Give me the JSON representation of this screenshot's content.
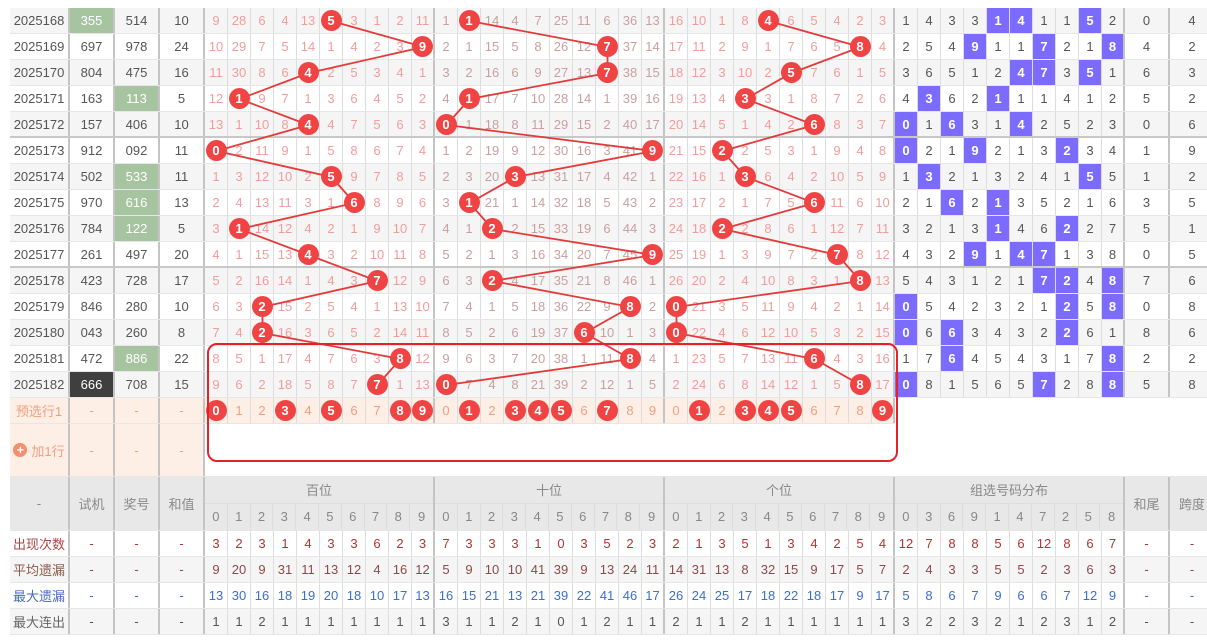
{
  "header": {
    "dash": "-",
    "test": "试机",
    "prize": "奖号",
    "sum": "和值",
    "groups": [
      "百位",
      "十位",
      "个位",
      "组选号码分布"
    ],
    "digits": [
      "0",
      "1",
      "2",
      "3",
      "4",
      "5",
      "6",
      "7",
      "8",
      "9"
    ],
    "dist_digits": [
      "0",
      "3",
      "6",
      "9",
      "1",
      "4",
      "7",
      "2",
      "5",
      "8"
    ],
    "sum_tail": "和尾",
    "span": "跨度"
  },
  "rows": [
    {
      "period": "2025168",
      "test": "355",
      "prize": "514",
      "sum": "10",
      "hundreds": [
        "9",
        "28",
        "6",
        "4",
        "13",
        "5",
        "3",
        "1",
        "2",
        "11"
      ],
      "tens": [
        "1",
        "1",
        "14",
        "4",
        "7",
        "25",
        "11",
        "6",
        "36",
        "13"
      ],
      "ones": [
        "16",
        "10",
        "1",
        "8",
        "4",
        "6",
        "5",
        "4",
        "2",
        "3"
      ],
      "dist": [
        "1",
        "4",
        "3",
        "3",
        "1",
        "4",
        "1",
        "1",
        "5",
        "2"
      ],
      "sum_tail": "0",
      "span": "4"
    },
    {
      "period": "2025169",
      "test": "697",
      "prize": "978",
      "sum": "24",
      "hundreds": [
        "10",
        "29",
        "7",
        "5",
        "14",
        "1",
        "4",
        "2",
        "3",
        "9"
      ],
      "tens": [
        "2",
        "1",
        "15",
        "5",
        "8",
        "26",
        "12",
        "7",
        "37",
        "14"
      ],
      "ones": [
        "17",
        "11",
        "2",
        "9",
        "1",
        "7",
        "6",
        "5",
        "8",
        "4"
      ],
      "dist": [
        "2",
        "5",
        "4",
        "9",
        "1",
        "1",
        "7",
        "2",
        "1",
        "8"
      ],
      "sum_tail": "4",
      "span": "2"
    },
    {
      "period": "2025170",
      "test": "804",
      "prize": "475",
      "sum": "16",
      "hundreds": [
        "11",
        "30",
        "8",
        "6",
        "4",
        "2",
        "5",
        "3",
        "4",
        "1"
      ],
      "tens": [
        "3",
        "2",
        "16",
        "6",
        "9",
        "27",
        "13",
        "7",
        "38",
        "15"
      ],
      "ones": [
        "18",
        "12",
        "3",
        "10",
        "2",
        "5",
        "7",
        "6",
        "1",
        "5"
      ],
      "dist": [
        "3",
        "6",
        "5",
        "1",
        "2",
        "4",
        "7",
        "3",
        "5",
        "1"
      ],
      "sum_tail": "6",
      "span": "3"
    },
    {
      "period": "2025171",
      "test": "163",
      "prize": "113",
      "sum": "5",
      "hundreds": [
        "12",
        "1",
        "9",
        "7",
        "1",
        "3",
        "6",
        "4",
        "5",
        "2"
      ],
      "tens": [
        "4",
        "1",
        "17",
        "7",
        "10",
        "28",
        "14",
        "1",
        "39",
        "16"
      ],
      "ones": [
        "19",
        "13",
        "4",
        "3",
        "3",
        "1",
        "8",
        "7",
        "2",
        "6"
      ],
      "dist": [
        "4",
        "3",
        "6",
        "2",
        "1",
        "1",
        "1",
        "4",
        "1",
        "2"
      ],
      "sum_tail": "5",
      "span": "2"
    },
    {
      "period": "2025172",
      "test": "157",
      "prize": "406",
      "sum": "10",
      "hundreds": [
        "13",
        "1",
        "10",
        "8",
        "4",
        "4",
        "7",
        "5",
        "6",
        "3"
      ],
      "tens": [
        "0",
        "1",
        "18",
        "8",
        "11",
        "29",
        "15",
        "2",
        "40",
        "17"
      ],
      "ones": [
        "20",
        "14",
        "5",
        "1",
        "4",
        "2",
        "6",
        "8",
        "3",
        "7"
      ],
      "dist": [
        "0",
        "1",
        "6",
        "3",
        "1",
        "4",
        "2",
        "5",
        "2",
        "3"
      ],
      "sum_tail": "0",
      "span": "6"
    },
    {
      "period": "2025173",
      "test": "912",
      "prize": "092",
      "sum": "11",
      "hundreds": [
        "0",
        "2",
        "11",
        "9",
        "1",
        "5",
        "8",
        "6",
        "7",
        "4"
      ],
      "tens": [
        "1",
        "2",
        "19",
        "9",
        "12",
        "30",
        "16",
        "3",
        "41",
        "9"
      ],
      "ones": [
        "21",
        "15",
        "2",
        "2",
        "5",
        "3",
        "1",
        "9",
        "4",
        "8"
      ],
      "dist": [
        "0",
        "2",
        "1",
        "9",
        "2",
        "1",
        "3",
        "2",
        "3",
        "4"
      ],
      "sum_tail": "1",
      "span": "9"
    },
    {
      "period": "2025174",
      "test": "502",
      "prize": "533",
      "sum": "11",
      "hundreds": [
        "1",
        "3",
        "12",
        "10",
        "2",
        "5",
        "9",
        "7",
        "8",
        "5"
      ],
      "tens": [
        "2",
        "3",
        "20",
        "3",
        "13",
        "31",
        "17",
        "4",
        "42",
        "1"
      ],
      "ones": [
        "22",
        "16",
        "1",
        "3",
        "6",
        "4",
        "2",
        "10",
        "5",
        "9"
      ],
      "dist": [
        "1",
        "3",
        "2",
        "1",
        "3",
        "2",
        "4",
        "1",
        "5",
        "5"
      ],
      "sum_tail": "1",
      "span": "2"
    },
    {
      "period": "2025175",
      "test": "970",
      "prize": "616",
      "sum": "13",
      "hundreds": [
        "2",
        "4",
        "13",
        "11",
        "3",
        "1",
        "6",
        "8",
        "9",
        "6"
      ],
      "tens": [
        "3",
        "1",
        "21",
        "1",
        "14",
        "32",
        "18",
        "5",
        "43",
        "2"
      ],
      "ones": [
        "23",
        "17",
        "2",
        "1",
        "7",
        "5",
        "6",
        "11",
        "6",
        "10"
      ],
      "dist": [
        "2",
        "1",
        "6",
        "2",
        "1",
        "3",
        "5",
        "2",
        "1",
        "6"
      ],
      "sum_tail": "3",
      "span": "5"
    },
    {
      "period": "2025176",
      "test": "784",
      "prize": "122",
      "sum": "5",
      "hundreds": [
        "3",
        "1",
        "14",
        "12",
        "4",
        "2",
        "1",
        "9",
        "10",
        "7"
      ],
      "tens": [
        "4",
        "1",
        "2",
        "2",
        "15",
        "33",
        "19",
        "6",
        "44",
        "3"
      ],
      "ones": [
        "24",
        "18",
        "2",
        "2",
        "8",
        "6",
        "1",
        "12",
        "7",
        "11"
      ],
      "dist": [
        "3",
        "2",
        "1",
        "3",
        "1",
        "4",
        "6",
        "2",
        "2",
        "7"
      ],
      "sum_tail": "5",
      "span": "1"
    },
    {
      "period": "2025177",
      "test": "261",
      "prize": "497",
      "sum": "20",
      "hundreds": [
        "4",
        "1",
        "15",
        "13",
        "4",
        "3",
        "2",
        "10",
        "11",
        "8"
      ],
      "tens": [
        "5",
        "2",
        "1",
        "3",
        "16",
        "34",
        "20",
        "7",
        "45",
        "9"
      ],
      "ones": [
        "25",
        "19",
        "1",
        "3",
        "9",
        "7",
        "2",
        "7",
        "8",
        "12"
      ],
      "dist": [
        "4",
        "3",
        "2",
        "9",
        "1",
        "4",
        "7",
        "1",
        "3",
        "8"
      ],
      "sum_tail": "0",
      "span": "5"
    },
    {
      "period": "2025178",
      "test": "423",
      "prize": "728",
      "sum": "17",
      "hundreds": [
        "5",
        "2",
        "16",
        "14",
        "1",
        "4",
        "3",
        "7",
        "12",
        "9"
      ],
      "tens": [
        "6",
        "3",
        "2",
        "4",
        "17",
        "35",
        "21",
        "8",
        "46",
        "1"
      ],
      "ones": [
        "26",
        "20",
        "2",
        "4",
        "10",
        "8",
        "3",
        "1",
        "8",
        "13"
      ],
      "dist": [
        "5",
        "4",
        "3",
        "1",
        "2",
        "1",
        "7",
        "2",
        "4",
        "8"
      ],
      "sum_tail": "7",
      "span": "6"
    },
    {
      "period": "2025179",
      "test": "846",
      "prize": "280",
      "sum": "10",
      "hundreds": [
        "6",
        "3",
        "2",
        "15",
        "2",
        "5",
        "4",
        "1",
        "13",
        "10"
      ],
      "tens": [
        "7",
        "4",
        "1",
        "5",
        "18",
        "36",
        "22",
        "9",
        "8",
        "2"
      ],
      "ones": [
        "0",
        "21",
        "3",
        "5",
        "11",
        "9",
        "4",
        "2",
        "1",
        "14"
      ],
      "dist": [
        "0",
        "5",
        "4",
        "2",
        "3",
        "2",
        "1",
        "2",
        "5",
        "8"
      ],
      "sum_tail": "0",
      "span": "8"
    },
    {
      "period": "2025180",
      "test": "043",
      "prize": "260",
      "sum": "8",
      "hundreds": [
        "7",
        "4",
        "2",
        "16",
        "3",
        "6",
        "5",
        "2",
        "14",
        "11"
      ],
      "tens": [
        "8",
        "5",
        "2",
        "6",
        "19",
        "37",
        "6",
        "10",
        "1",
        "3"
      ],
      "ones": [
        "0",
        "22",
        "4",
        "6",
        "12",
        "10",
        "5",
        "3",
        "2",
        "15"
      ],
      "dist": [
        "0",
        "6",
        "6",
        "3",
        "4",
        "3",
        "2",
        "2",
        "6",
        "1"
      ],
      "sum_tail": "8",
      "span": "6"
    },
    {
      "period": "2025181",
      "test": "472",
      "prize": "886",
      "sum": "22",
      "hundreds": [
        "8",
        "5",
        "1",
        "17",
        "4",
        "7",
        "6",
        "3",
        "8",
        "12"
      ],
      "tens": [
        "9",
        "6",
        "3",
        "7",
        "20",
        "38",
        "1",
        "11",
        "8",
        "4"
      ],
      "ones": [
        "1",
        "23",
        "5",
        "7",
        "13",
        "11",
        "6",
        "4",
        "3",
        "16"
      ],
      "dist": [
        "1",
        "7",
        "6",
        "4",
        "5",
        "4",
        "3",
        "1",
        "7",
        "8"
      ],
      "sum_tail": "2",
      "span": "2"
    },
    {
      "period": "2025182",
      "test": "666",
      "prize": "708",
      "sum": "15",
      "hundreds": [
        "9",
        "6",
        "2",
        "18",
        "5",
        "8",
        "7",
        "7",
        "1",
        "13"
      ],
      "tens": [
        "0",
        "7",
        "4",
        "8",
        "21",
        "39",
        "2",
        "12",
        "1",
        "5"
      ],
      "ones": [
        "2",
        "24",
        "6",
        "8",
        "14",
        "12",
        "1",
        "5",
        "8",
        "17"
      ],
      "dist": [
        "0",
        "8",
        "1",
        "5",
        "6",
        "5",
        "7",
        "2",
        "8",
        "8"
      ],
      "sum_tail": "5",
      "span": "8"
    }
  ],
  "preselect": {
    "label": "预选行1",
    "test": "-",
    "prize": "-",
    "sum": "-",
    "selected": {
      "hundreds": [
        0,
        3,
        5,
        8,
        9
      ],
      "tens": [
        1,
        3,
        4,
        5,
        7
      ],
      "ones": [
        1,
        3,
        4,
        5,
        9
      ]
    }
  },
  "add_row": {
    "label": "加1行",
    "test": "-",
    "prize": "-",
    "sum": "-"
  },
  "stats": [
    {
      "label": "出现次数",
      "test": "-",
      "prize": "-",
      "sum": "-",
      "hundreds": [
        "3",
        "2",
        "3",
        "1",
        "4",
        "3",
        "3",
        "6",
        "2",
        "3"
      ],
      "tens": [
        "7",
        "3",
        "3",
        "3",
        "1",
        "0",
        "3",
        "5",
        "2",
        "3"
      ],
      "ones": [
        "2",
        "1",
        "3",
        "5",
        "1",
        "3",
        "4",
        "2",
        "5",
        "4"
      ],
      "dist": [
        "12",
        "7",
        "8",
        "8",
        "5",
        "6",
        "12",
        "8",
        "6",
        "7"
      ],
      "sum_tail": "-",
      "span": "-"
    },
    {
      "label": "平均遗漏",
      "test": "-",
      "prize": "-",
      "sum": "-",
      "hundreds": [
        "9",
        "20",
        "9",
        "31",
        "11",
        "13",
        "12",
        "4",
        "16",
        "12"
      ],
      "tens": [
        "5",
        "9",
        "10",
        "10",
        "41",
        "39",
        "9",
        "13",
        "24",
        "11"
      ],
      "ones": [
        "14",
        "31",
        "13",
        "8",
        "32",
        "15",
        "9",
        "17",
        "5",
        "7"
      ],
      "dist": [
        "2",
        "4",
        "3",
        "3",
        "5",
        "5",
        "2",
        "3",
        "6",
        "3"
      ],
      "sum_tail": "-",
      "span": "-"
    },
    {
      "label": "最大遗漏",
      "test": "-",
      "prize": "-",
      "sum": "-",
      "hundreds": [
        "13",
        "30",
        "16",
        "18",
        "19",
        "20",
        "18",
        "10",
        "17",
        "13"
      ],
      "tens": [
        "16",
        "15",
        "21",
        "13",
        "21",
        "39",
        "22",
        "41",
        "46",
        "17"
      ],
      "ones": [
        "26",
        "24",
        "25",
        "17",
        "18",
        "22",
        "18",
        "17",
        "9",
        "17"
      ],
      "dist": [
        "5",
        "8",
        "6",
        "7",
        "9",
        "6",
        "6",
        "7",
        "12",
        "9"
      ],
      "sum_tail": "-",
      "span": "-"
    },
    {
      "label": "最大连出",
      "test": "-",
      "prize": "-",
      "sum": "-",
      "hundreds": [
        "1",
        "1",
        "2",
        "1",
        "1",
        "1",
        "1",
        "1",
        "1",
        "1"
      ],
      "tens": [
        "3",
        "1",
        "1",
        "2",
        "1",
        "0",
        "1",
        "2",
        "1",
        "1"
      ],
      "ones": [
        "2",
        "1",
        "1",
        "2",
        "1",
        "1",
        "1",
        "1",
        "1",
        "1"
      ],
      "dist": [
        "3",
        "2",
        "2",
        "3",
        "2",
        "1",
        "2",
        "3",
        "1",
        "2"
      ],
      "sum_tail": "-",
      "span": "-"
    }
  ],
  "colors": {
    "ball": "#f04444",
    "hit": "#7b6cff",
    "pair": "#a5c49f",
    "triple": "#3f3f3f",
    "frame": "#e8202a"
  }
}
